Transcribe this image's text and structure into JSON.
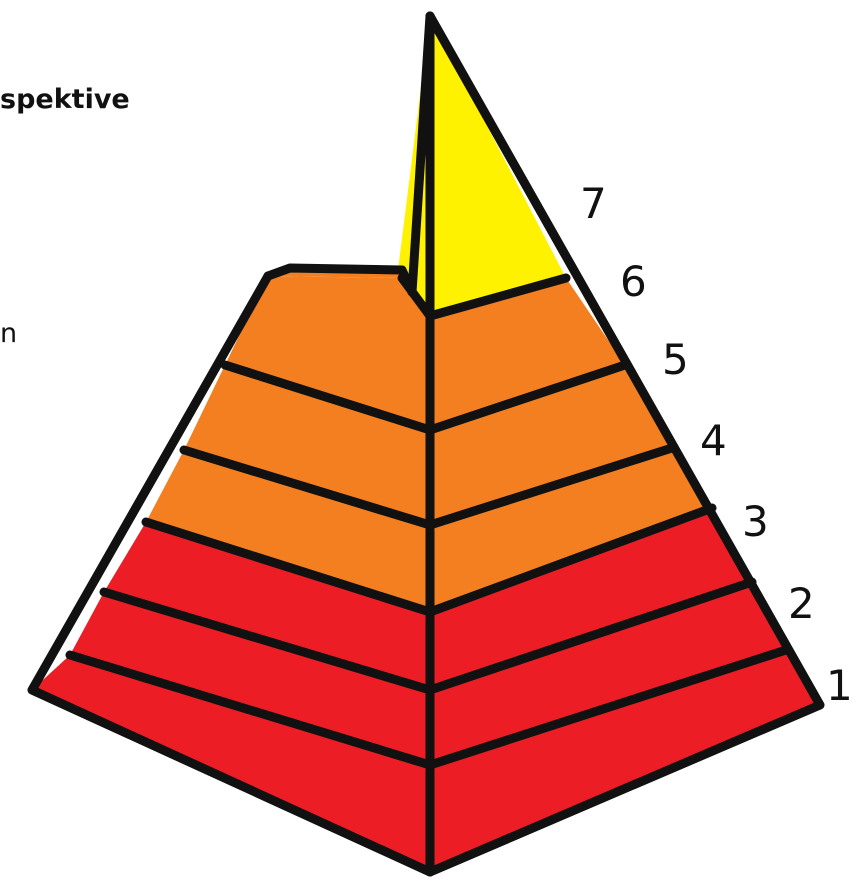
{
  "text_fragments": {
    "title_partial": "spektive",
    "body_partial": "n"
  },
  "pyramid": {
    "levels": [
      {
        "label": "1",
        "color": "#ec1d24"
      },
      {
        "label": "2",
        "color": "#ec1d24"
      },
      {
        "label": "3",
        "color": "#ec1d24"
      },
      {
        "label": "4",
        "color": "#f47f20"
      },
      {
        "label": "5",
        "color": "#f47f20"
      },
      {
        "label": "6",
        "color": "#f47f20"
      },
      {
        "label": "7",
        "color": "#fff200"
      }
    ],
    "outline_color": "#111111"
  }
}
